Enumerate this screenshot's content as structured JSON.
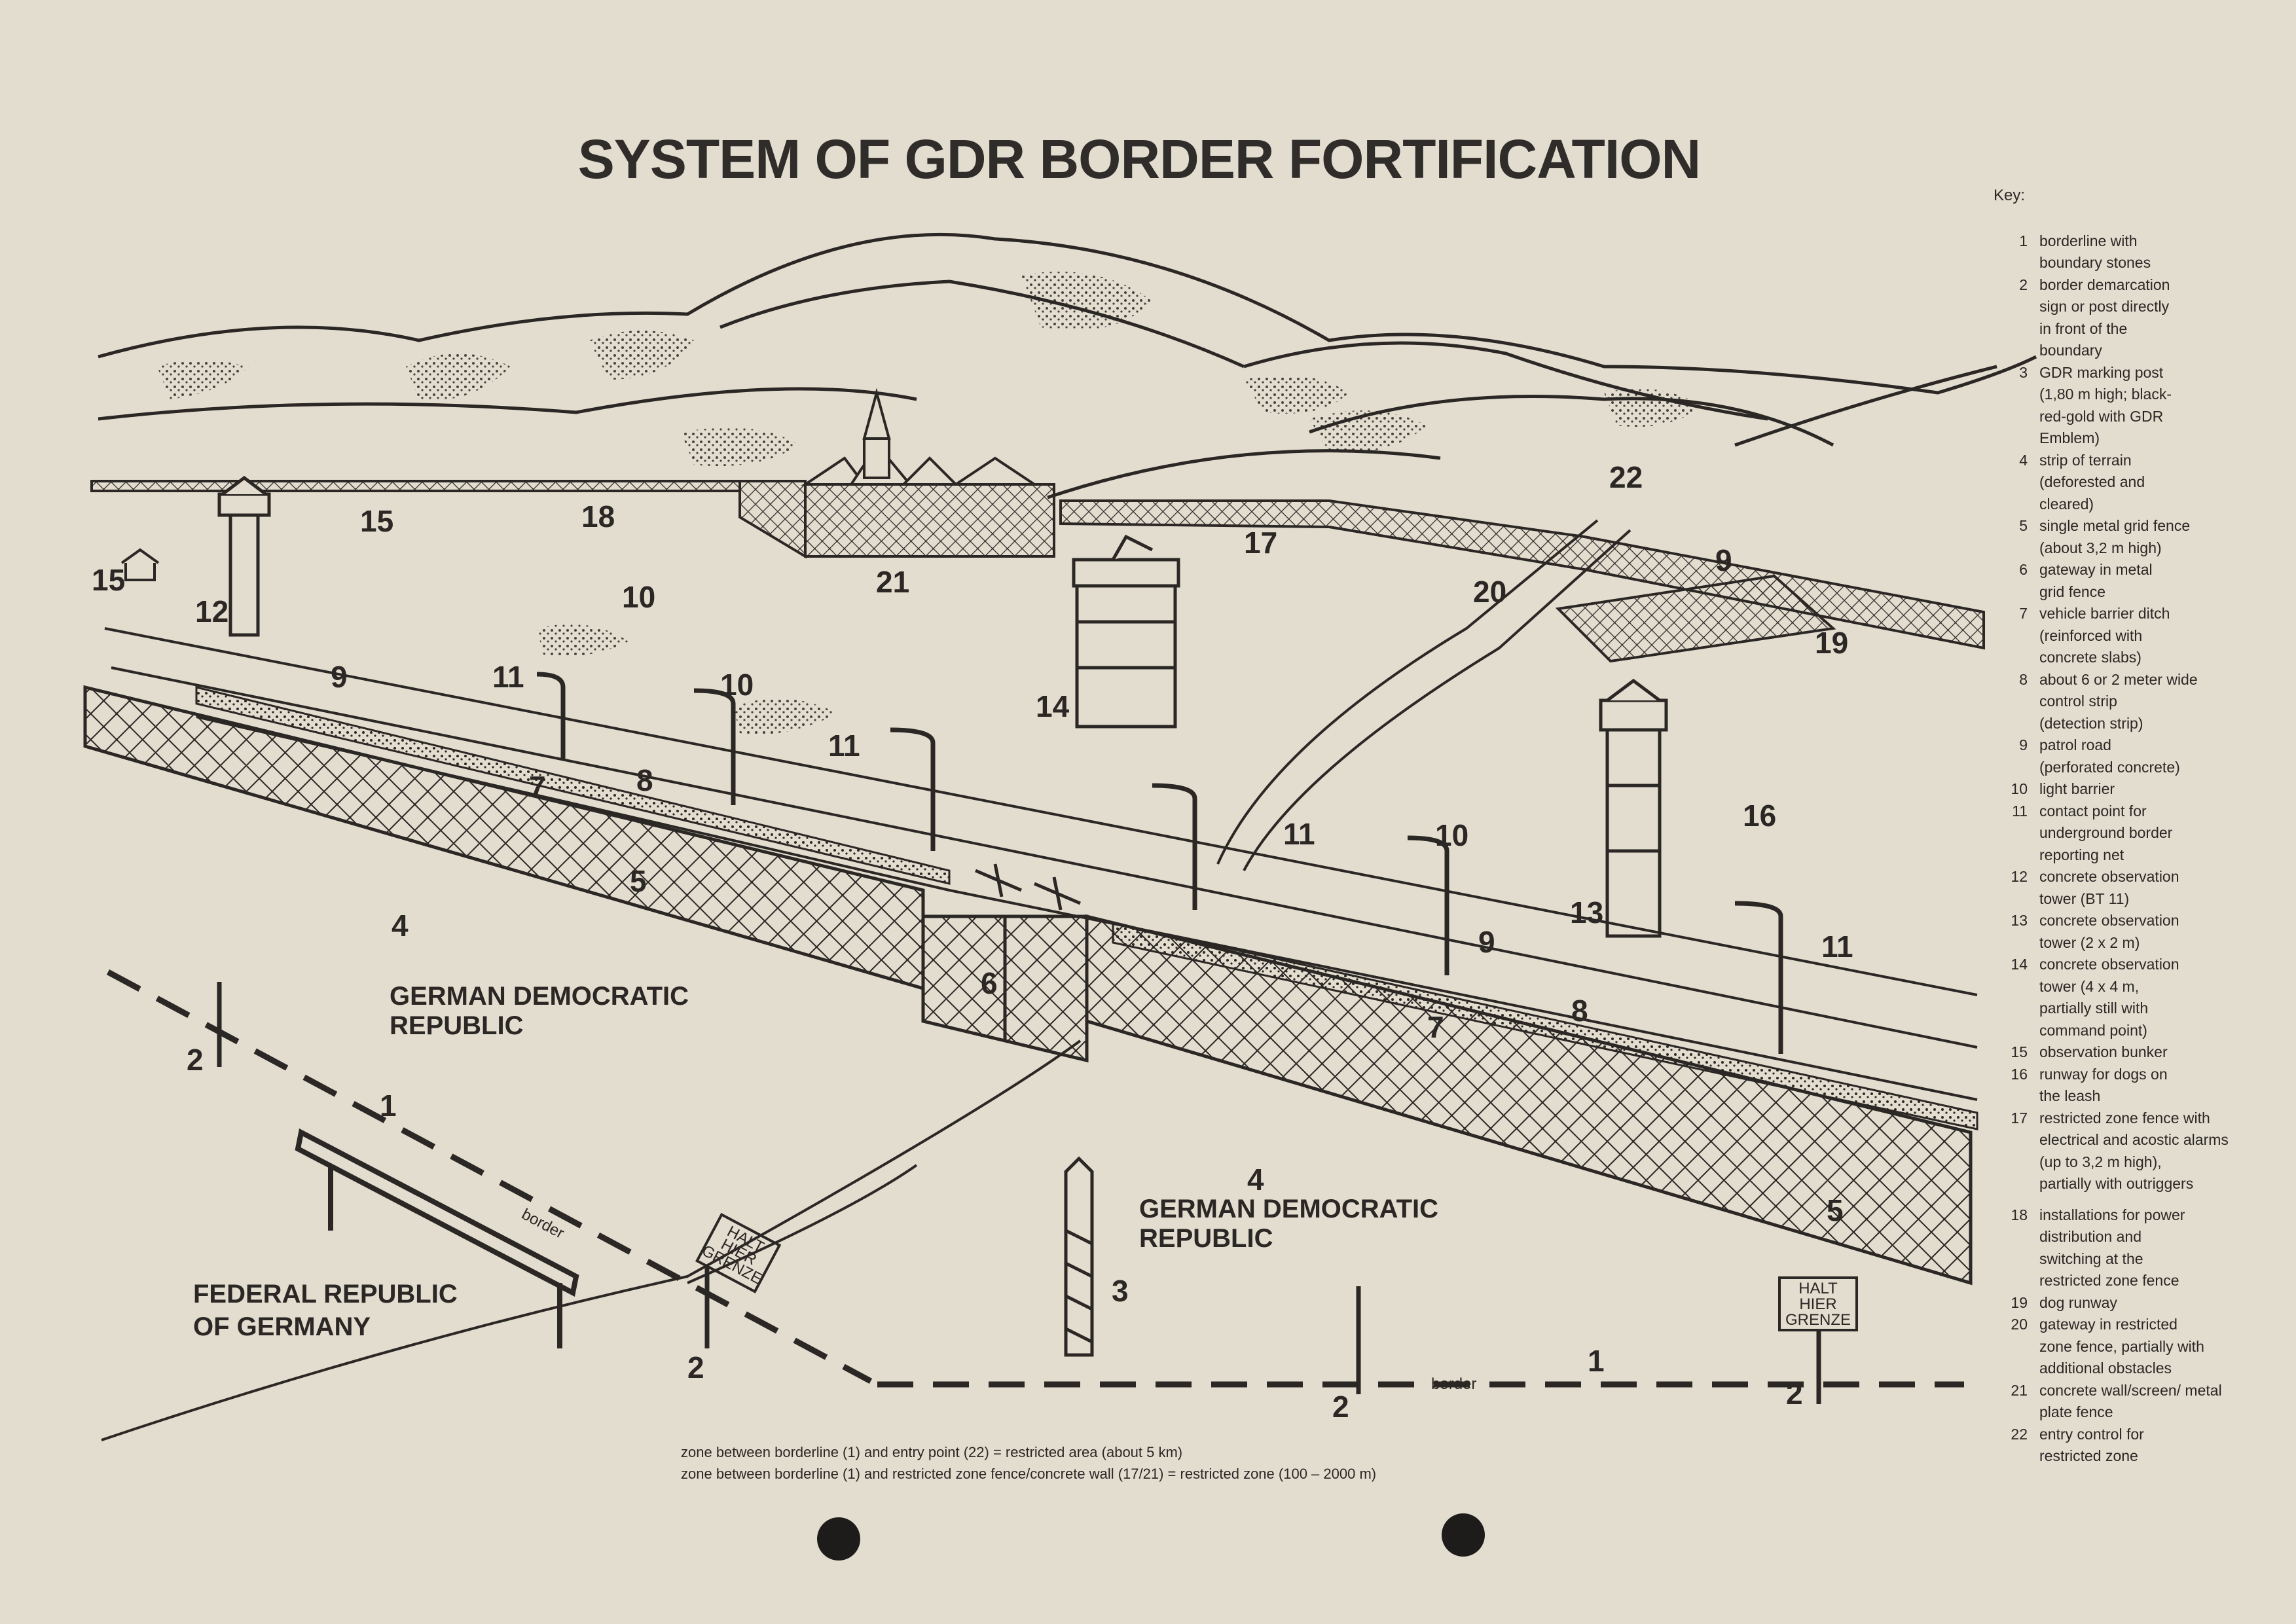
{
  "title": "SYSTEM OF GDR BORDER FORTIFICATION",
  "key": {
    "heading": "Key:",
    "items": [
      {
        "num": "1",
        "text": [
          "borderline with",
          "boundary stones"
        ]
      },
      {
        "num": "2",
        "text": [
          "border demarcation",
          "sign or post directly",
          "in front of the",
          "boundary"
        ]
      },
      {
        "num": "3",
        "text": [
          "GDR marking post",
          "(1,80 m high; black-",
          "red-gold with GDR",
          "Emblem)"
        ]
      },
      {
        "num": "4",
        "text": [
          "strip of terrain",
          "(deforested and",
          "cleared)"
        ]
      },
      {
        "num": "5",
        "text": [
          "single metal grid fence",
          "(about 3,2 m high)"
        ]
      },
      {
        "num": "6",
        "text": [
          "gateway in metal",
          "grid fence"
        ]
      },
      {
        "num": "7",
        "text": [
          "vehicle barrier ditch",
          "(reinforced with",
          "concrete slabs)"
        ]
      },
      {
        "num": "8",
        "text": [
          "about 6 or 2 meter wide",
          "control strip",
          "(detection strip)"
        ]
      },
      {
        "num": "9",
        "text": [
          "patrol road",
          "(perforated concrete)"
        ]
      },
      {
        "num": "10",
        "text": [
          "light barrier"
        ]
      },
      {
        "num": "11",
        "text": [
          "contact point for",
          "underground border",
          "reporting net"
        ]
      },
      {
        "num": "12",
        "text": [
          "concrete observation",
          "tower (BT 11)"
        ]
      },
      {
        "num": "13",
        "text": [
          "concrete observation",
          "tower (2 x 2 m)"
        ]
      },
      {
        "num": "14",
        "text": [
          "concrete observation",
          "tower (4 x 4 m,",
          "partially still with",
          "command point)"
        ]
      },
      {
        "num": "15",
        "text": [
          "observation bunker"
        ]
      },
      {
        "num": "16",
        "text": [
          "runway for dogs on",
          "the leash"
        ]
      },
      {
        "num": "17",
        "text": [
          "restricted zone fence with",
          "electrical and acostic alarms",
          "(up to 3,2 m high),",
          "partially with outriggers"
        ]
      },
      {
        "num": "18",
        "text": [
          "installations for power",
          "distribution and",
          "switching at the",
          "restricted zone fence"
        ]
      },
      {
        "num": "19",
        "text": [
          "dog runway"
        ]
      },
      {
        "num": "20",
        "text": [
          "gateway in restricted",
          "zone fence, partially with",
          "additional obstacles"
        ]
      },
      {
        "num": "21",
        "text": [
          "concrete wall/screen/ metal",
          "plate fence"
        ]
      },
      {
        "num": "22",
        "text": [
          "entry control for",
          "restricted zone"
        ]
      }
    ]
  },
  "notes": [
    "zone between borderline (1) and entry point (22) = restricted area (about 5 km)",
    "zone between borderline (1) and restricted zone fence/concrete wall  (17/21) = restricted zone (100 – 2000 m)"
  ],
  "regions": {
    "gdr_upper": [
      "GERMAN DEMOCRATIC",
      "REPUBLIC"
    ],
    "gdr_lower": [
      "GERMAN DEMOCRATIC",
      "REPUBLIC"
    ],
    "frg": [
      "FEDERAL REPUBLIC",
      "OF GERMANY"
    ]
  },
  "diagram_labels": {
    "border_word": "border",
    "halt_sign": [
      "HALT",
      "HIER",
      "GRENZE"
    ],
    "callouts": [
      {
        "id": "1a",
        "text": "1"
      },
      {
        "id": "1b",
        "text": "1"
      },
      {
        "id": "2a",
        "text": "2"
      },
      {
        "id": "2b",
        "text": "2"
      },
      {
        "id": "2c",
        "text": "2"
      },
      {
        "id": "2d",
        "text": "2"
      },
      {
        "id": "3",
        "text": "3"
      },
      {
        "id": "4a",
        "text": "4"
      },
      {
        "id": "4b",
        "text": "4"
      },
      {
        "id": "5a",
        "text": "5"
      },
      {
        "id": "5b",
        "text": "5"
      },
      {
        "id": "6",
        "text": "6"
      },
      {
        "id": "7a",
        "text": "7"
      },
      {
        "id": "7b",
        "text": "7"
      },
      {
        "id": "8a",
        "text": "8"
      },
      {
        "id": "8b",
        "text": "8"
      },
      {
        "id": "9a",
        "text": "9"
      },
      {
        "id": "9b",
        "text": "9"
      },
      {
        "id": "9c",
        "text": "9"
      },
      {
        "id": "10a",
        "text": "10"
      },
      {
        "id": "10b",
        "text": "10"
      },
      {
        "id": "10c",
        "text": "10"
      },
      {
        "id": "11a",
        "text": "11"
      },
      {
        "id": "11b",
        "text": "11"
      },
      {
        "id": "11c",
        "text": "11"
      },
      {
        "id": "11d",
        "text": "11"
      },
      {
        "id": "12",
        "text": "12"
      },
      {
        "id": "13",
        "text": "13"
      },
      {
        "id": "14",
        "text": "14"
      },
      {
        "id": "15a",
        "text": "15"
      },
      {
        "id": "15b",
        "text": "15"
      },
      {
        "id": "16",
        "text": "16"
      },
      {
        "id": "17",
        "text": "17"
      },
      {
        "id": "18",
        "text": "18"
      },
      {
        "id": "19",
        "text": "19"
      },
      {
        "id": "20",
        "text": "20"
      },
      {
        "id": "21",
        "text": "21"
      },
      {
        "id": "22",
        "text": "22"
      }
    ]
  }
}
